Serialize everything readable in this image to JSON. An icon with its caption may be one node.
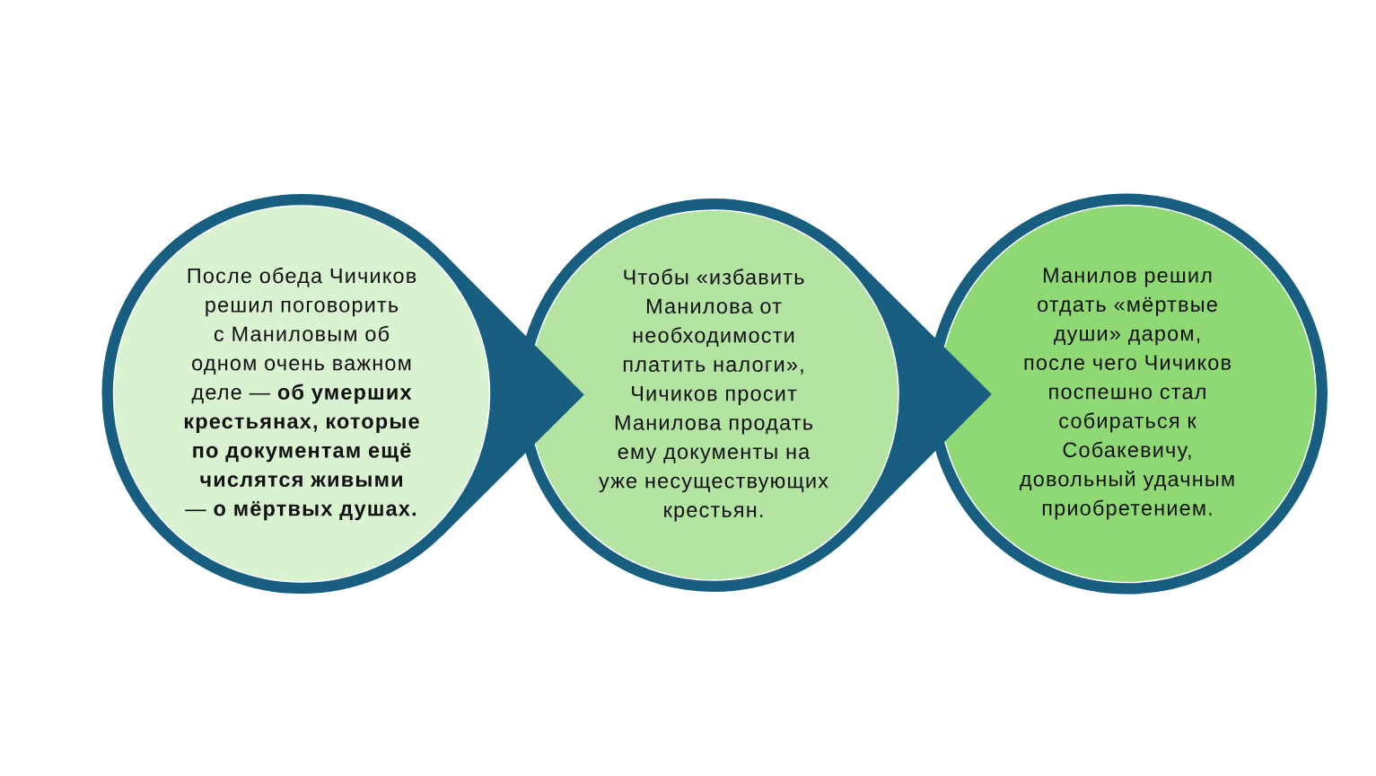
{
  "diagram": {
    "nodes": [
      {
        "text": [
          "После обеда Чичиков решил поговорить с Маниловым об одном очень важном деле — **об умерших крестьянах, которые по документам ещё числятся живыми** — **о мёртвых душах.**"
        ]
      },
      {
        "text": [
          "Чтобы «избавить Манилова от необходимости платить налоги», Чичиков просит Манилова продать ему документы на уже несуществующих крестьян."
        ]
      },
      {
        "text": [
          "Манилов решил отдать «мёртвые души» даром, после чего Чичиков поспешно стал собираться к Собакевичу, довольный удачным приобретением."
        ]
      }
    ],
    "edges": [
      {
        "from": 0,
        "to": 1,
        "arrow": "to"
      },
      {
        "from": 1,
        "to": 2,
        "arrow": "to"
      }
    ]
  }
}
